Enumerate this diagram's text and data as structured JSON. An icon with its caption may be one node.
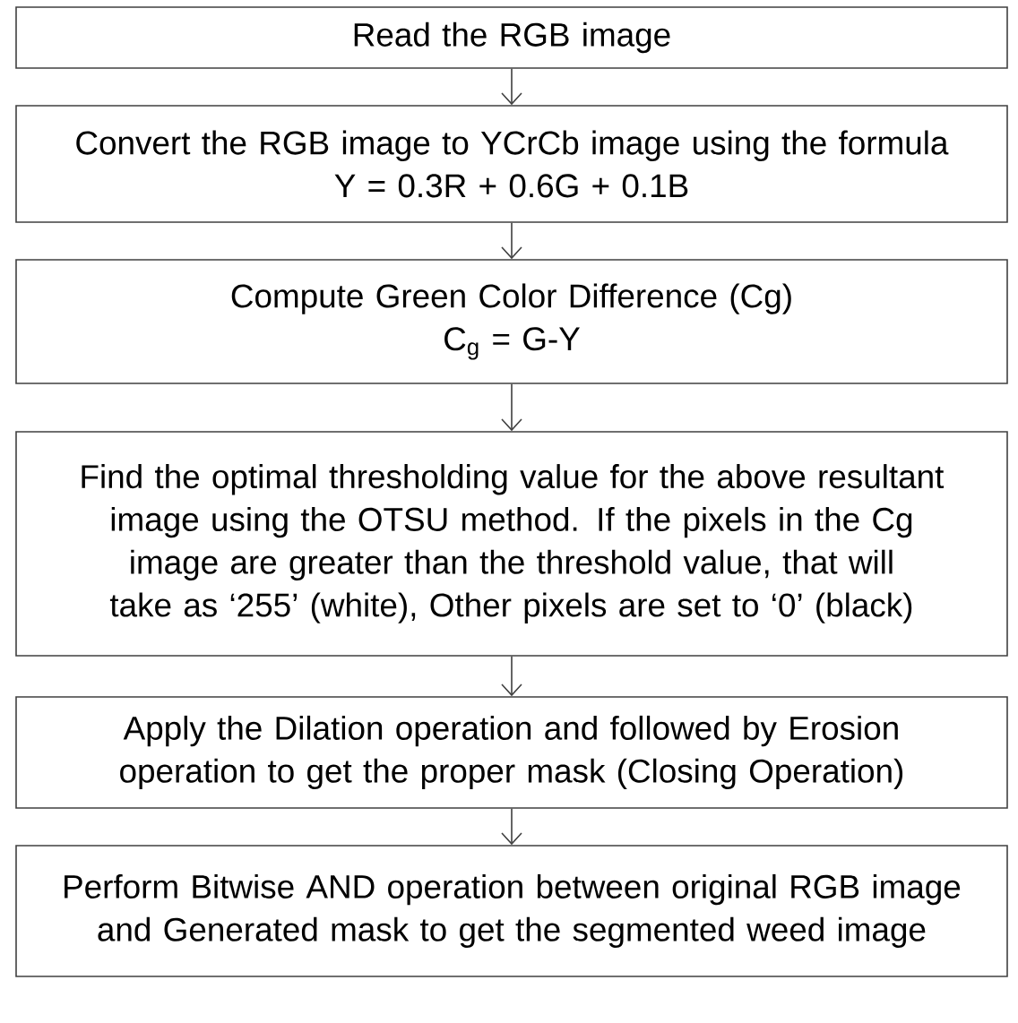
{
  "diagram": {
    "nodes": [
      {
        "text": [
          "Read the RGB image"
        ]
      },
      {
        "text": [
          "Convert the RGB image to YCrCb image using the formula",
          "Y = 0.3R + 0.6G + 0.1B"
        ]
      },
      {
        "text": [
          "Compute Green Color Difference (Cg)",
          "C$_{g}$ = G-Y"
        ]
      },
      {
        "text": [
          "Find the optimal thresholding value for the above resultant image using the OTSU method. If the pixels in the Cg image are greater than the threshold value, that will take as ‘255’ (white), Other pixels  are set to ‘0’ (black)"
        ]
      },
      {
        "text": [
          "Apply the Dilation operation and followed by Erosion operation to get the proper mask (Closing Operation)"
        ]
      },
      {
        "text": [
          "Perform Bitwise AND operation between original RGB image and Generated mask to get the segmented weed image"
        ]
      }
    ],
    "edges": [
      {
        "from": 0,
        "to": 1,
        "arrow": "to"
      },
      {
        "from": 1,
        "to": 2,
        "arrow": "to"
      },
      {
        "from": 2,
        "to": 3,
        "arrow": "to"
      },
      {
        "from": 3,
        "to": 4,
        "arrow": "to"
      },
      {
        "from": 4,
        "to": 5,
        "arrow": "to"
      }
    ]
  }
}
